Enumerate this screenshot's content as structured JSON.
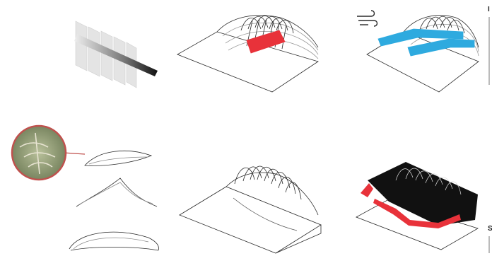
{
  "colors": {
    "ink": "#2a2a2a",
    "accent_red": "#e8323a",
    "accent_blue": "#2eaadf",
    "fill_dark": "#111111",
    "fill_grey": "#d8d8d8",
    "lens_border": "#c0504d"
  },
  "panels": [
    {
      "id": "sun-shading",
      "description_icons": [
        "gradient-fin-array"
      ]
    },
    {
      "id": "solar-exposure",
      "highlight": "red"
    },
    {
      "id": "wind-flow",
      "highlight": "blue",
      "icon": "wind-icon"
    },
    {
      "id": "leaf-form-study",
      "icon": "magnifier-lens"
    },
    {
      "id": "arched-terrain",
      "highlight": "none"
    },
    {
      "id": "shadow-render",
      "highlight": "red-on-black"
    }
  ],
  "edge_text": {
    "top_right_glyph": "I",
    "bottom_right_glyph": "S"
  }
}
